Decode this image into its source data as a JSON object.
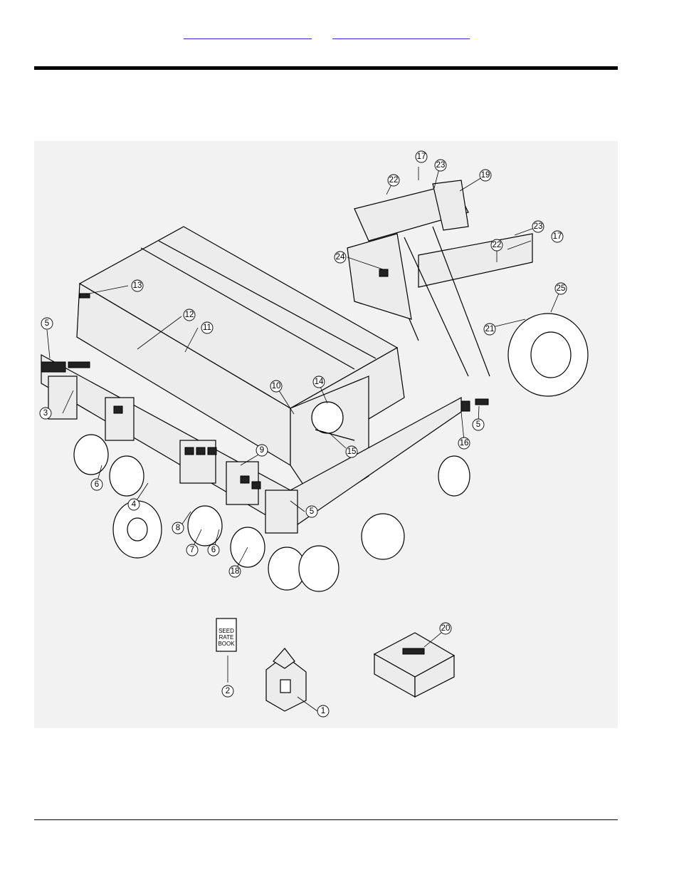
{
  "header": {
    "links": [
      {
        "name": "header-link-left",
        "text": ""
      },
      {
        "name": "header-link-right",
        "text": ""
      }
    ]
  },
  "diagram": {
    "seed_book_label": [
      "SEED",
      "RATE",
      "BOOK"
    ],
    "callouts": [
      "1",
      "2",
      "3",
      "4",
      "5",
      "5",
      "5",
      "6",
      "6",
      "7",
      "8",
      "9",
      "10",
      "11",
      "12",
      "13",
      "14",
      "15",
      "16",
      "17",
      "17",
      "18",
      "19",
      "20",
      "21",
      "22",
      "22",
      "23",
      "23",
      "24",
      "25"
    ]
  },
  "colors": {
    "rule": "#000000",
    "link": "#2b2bd8",
    "figure_bg": "#f2f2f2"
  }
}
